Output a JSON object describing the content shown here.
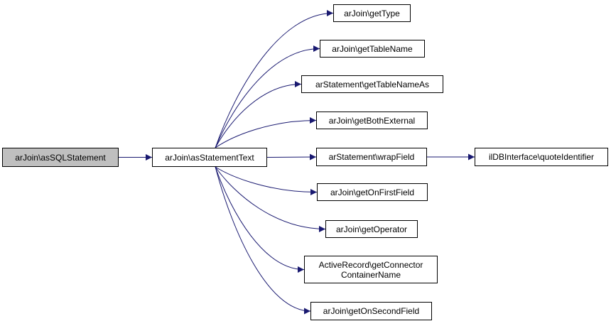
{
  "colors": {
    "edge": "#191970",
    "node_border": "#000000",
    "node_fill": "#ffffff",
    "root_fill": "#bfbfbf"
  },
  "nodes": {
    "as_sql_statement": "arJoin\\asSQLStatement",
    "as_statement_text": "arJoin\\asStatementText",
    "get_type": "arJoin\\getType",
    "get_table_name": "arJoin\\getTableName",
    "get_table_name_as": "arStatement\\getTableNameAs",
    "get_both_external": "arJoin\\getBothExternal",
    "wrap_field": "arStatement\\wrapField",
    "quote_identifier": "ilDBInterface\\quoteIdentifier",
    "get_on_first_field": "arJoin\\getOnFirstField",
    "get_operator": "arJoin\\getOperator",
    "get_connector_container_name": "ActiveRecord\\getConnector\nContainerName",
    "get_on_second_field": "arJoin\\getOnSecondField"
  },
  "edges": [
    [
      "as_sql_statement",
      "as_statement_text"
    ],
    [
      "as_statement_text",
      "get_type"
    ],
    [
      "as_statement_text",
      "get_table_name"
    ],
    [
      "as_statement_text",
      "get_table_name_as"
    ],
    [
      "as_statement_text",
      "get_both_external"
    ],
    [
      "as_statement_text",
      "wrap_field"
    ],
    [
      "as_statement_text",
      "get_on_first_field"
    ],
    [
      "as_statement_text",
      "get_operator"
    ],
    [
      "as_statement_text",
      "get_connector_container_name"
    ],
    [
      "as_statement_text",
      "get_on_second_field"
    ],
    [
      "wrap_field",
      "quote_identifier"
    ]
  ]
}
